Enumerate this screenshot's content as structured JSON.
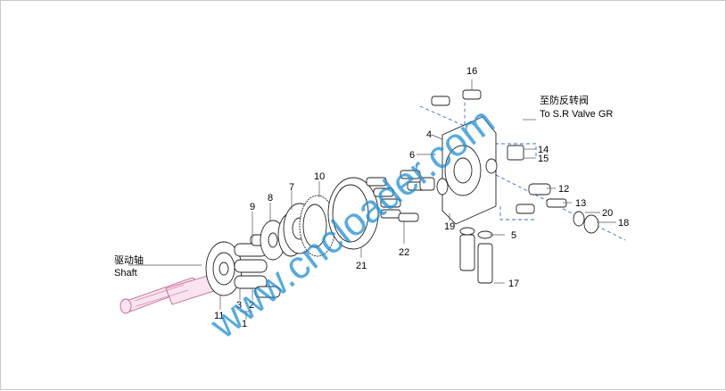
{
  "watermark": "www.cncloader.com",
  "callouts": {
    "shaft_cn": "驱动轴",
    "shaft_en": "Shaft",
    "valve_cn": "至防反转阀",
    "valve_en": "To S.R Valve GR"
  },
  "parts": {
    "p1": "1",
    "p2": "2",
    "p3": "3",
    "p4": "4",
    "p5": "5",
    "p6": "6",
    "p7": "7",
    "p8": "8",
    "p9": "9",
    "p10": "10",
    "p11": "11",
    "p12": "12",
    "p13": "13",
    "p14": "14",
    "p15": "15",
    "p16": "16",
    "p17": "17",
    "p18": "18",
    "p19": "19",
    "p20": "20",
    "p21": "21",
    "p22": "22"
  }
}
